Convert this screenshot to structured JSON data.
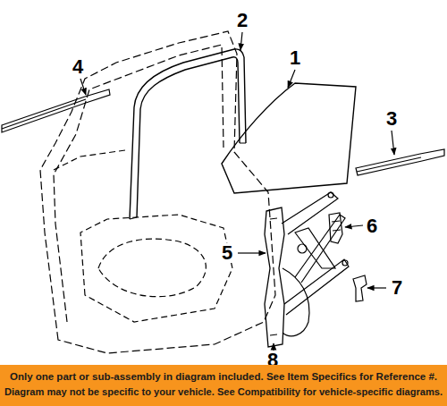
{
  "diagram": {
    "nodes": [
      {
        "text": [
          "Only one part or sub-assembly in diagram included. See Item Specifics for Reference #.",
          "Diagram may not be specific to your vehicle. See Compatibility for vehicle-specific diagrams."
        ]
      }
    ],
    "labels": [
      "2",
      "4",
      "1",
      "3",
      "6",
      "5",
      "7",
      "8"
    ]
  }
}
